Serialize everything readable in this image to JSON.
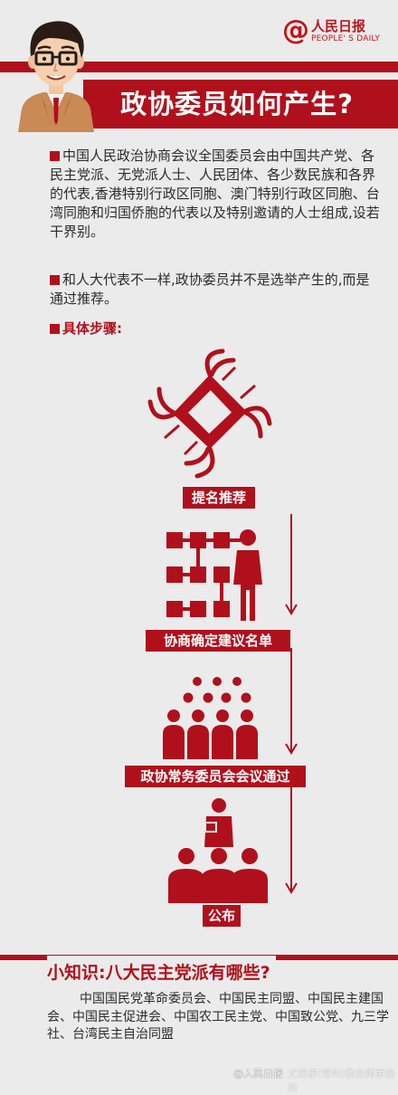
{
  "header": {
    "title": "政协委员如何产生?",
    "logo": {
      "name": "人民日报",
      "subtitle": "PEOPLE' S DAILY"
    }
  },
  "paragraphs": [
    "中国人民政治协商会议全国委员会由中国共产党、各民主党派、无党派人士、人民团体、各少数民族和各界的代表,香港特别行政区同胞、澳门特别行政区同胞、台湾同胞和归国侨胞的代表以及特别邀请的人士组成,设若干界别。",
    "和人大代表不一样,政协委员并不是选举产生的,而是通过推荐。"
  ],
  "steps_heading": "具体步骤:",
  "steps": [
    {
      "label": "提名推荐",
      "icon": "hands-joining-icon"
    },
    {
      "label": "协商确定建议名单",
      "icon": "org-chart-person-icon"
    },
    {
      "label": "政协常务委员会会议通过",
      "icon": "audience-group-icon"
    },
    {
      "label": "公布",
      "icon": "announcer-audience-icon"
    }
  ],
  "knowledge": {
    "title": "小知识:八大民主党派有哪些?",
    "body": "中国国民党革命委员会、中国民主同盟、中国民主建国会、中国民主促进会、中国农工民主党、中国致公党、九三学社、台湾民主自治同盟"
  },
  "watermark": {
    "left": "@人民日报",
    "right": "尤尼泰(常州)税务师事务所"
  },
  "colors": {
    "accent": "#b0101c",
    "background": "#ebebeb",
    "text": "#2b2b2b"
  }
}
